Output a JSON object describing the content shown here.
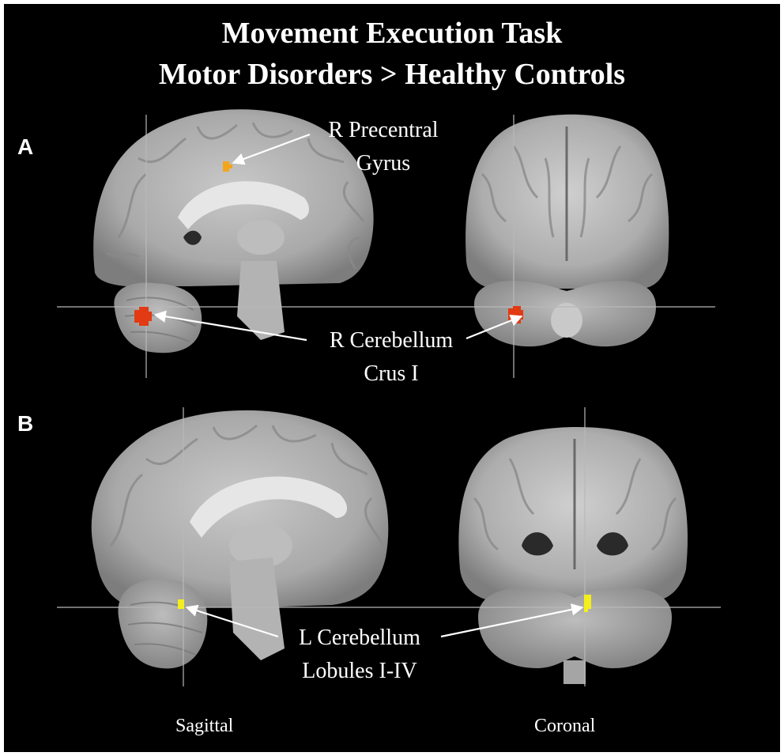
{
  "figure": {
    "title_line1": "Movement Execution Task",
    "title_line2": "Motor Disorders > Healthy Controls",
    "colors": {
      "background": "#000000",
      "crosshair": "#b8b8b8",
      "activation_red": "#e23a12",
      "activation_orange": "#f3a51a",
      "activation_yellow": "#f4ee1e",
      "annotation": "#ffffff"
    },
    "panel_a": {
      "label": "A",
      "annotation_precentral_line1": "R Precentral",
      "annotation_precentral_line2": "Gyrus",
      "annotation_cerebellum_line1": "R Cerebellum",
      "annotation_cerebellum_line2": "Crus I"
    },
    "panel_b": {
      "label": "B",
      "annotation_cerebellum_line1": "L Cerebellum",
      "annotation_cerebellum_line2": "Lobules I-IV"
    },
    "view_sagittal": "Sagittal",
    "view_coronal": "Coronal"
  }
}
